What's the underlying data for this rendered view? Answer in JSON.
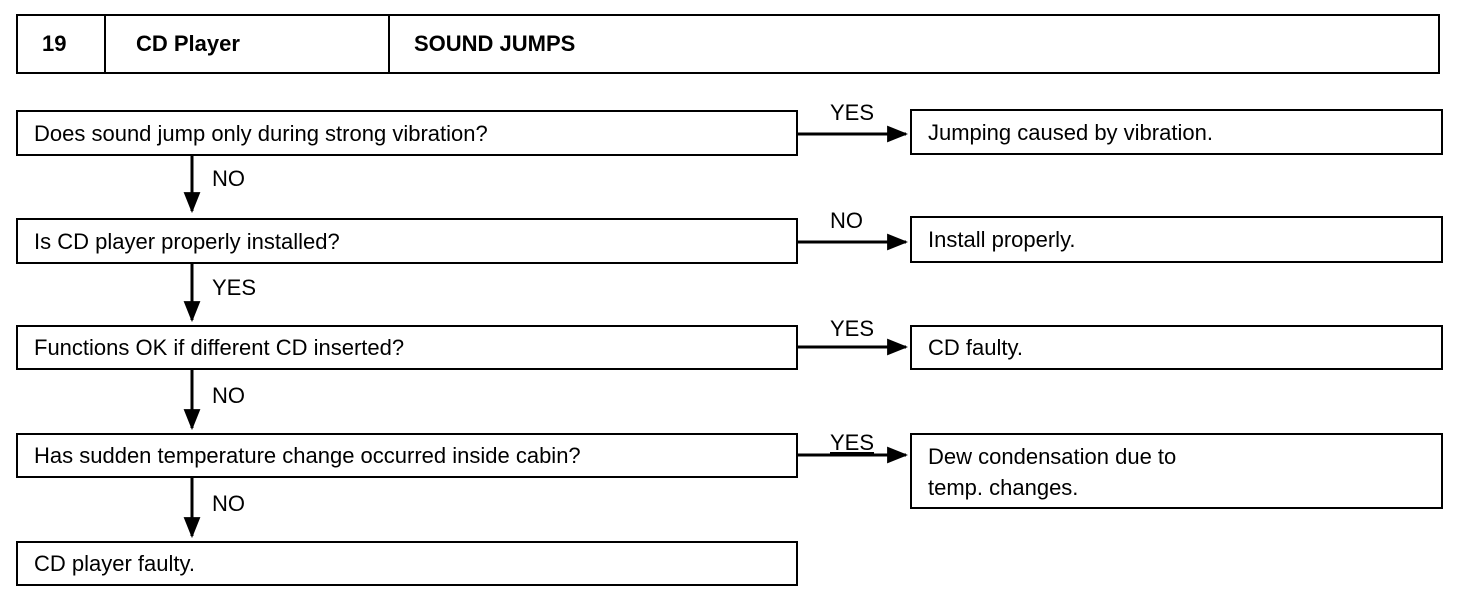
{
  "header": {
    "number": "19",
    "section": "CD Player",
    "title": "SOUND JUMPS"
  },
  "questions": [
    "Does sound jump only during strong vibration?",
    "Is CD player properly installed?",
    "Functions OK if different CD inserted?",
    "Has sudden temperature change occurred inside cabin?"
  ],
  "results": [
    "Jumping caused by vibration.",
    "Install properly.",
    "CD faulty.",
    "Dew condensation due to\ntemp. changes."
  ],
  "branch_labels": [
    "YES",
    "NO",
    "YES",
    "YES"
  ],
  "down_labels": [
    "NO",
    "YES",
    "NO",
    "NO"
  ],
  "final_result": "CD player faulty."
}
